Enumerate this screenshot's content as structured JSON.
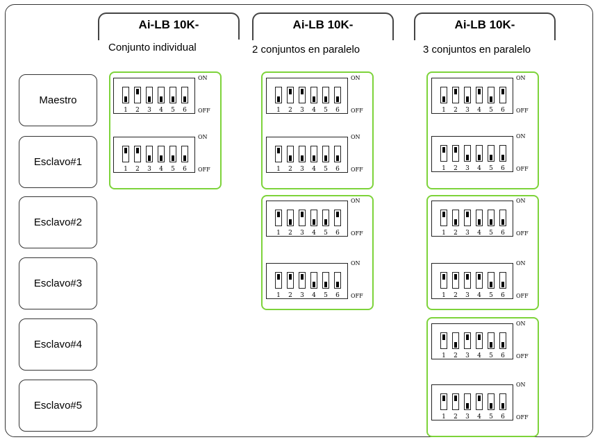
{
  "columns": [
    {
      "title": "Ai-LB 10K-",
      "subtitle": "Conjunto individual"
    },
    {
      "title": "Ai-LB 10K-",
      "subtitle": "2 conjuntos en paralelo"
    },
    {
      "title": "Ai-LB 10K-",
      "subtitle": "3 conjuntos en paralelo"
    }
  ],
  "rows": [
    "Maestro",
    "Esclavo#1",
    "Esclavo#2",
    "Esclavo#3",
    "Esclavo#4",
    "Esclavo#5"
  ],
  "switch_labels": {
    "on": "ON",
    "off": "OFF",
    "numbers": [
      "1",
      "2",
      "3",
      "4",
      "5",
      "6"
    ]
  },
  "settings": {
    "col1": [
      [
        "down",
        "up",
        "down",
        "down",
        "down",
        "down"
      ],
      [
        "up",
        "up",
        "down",
        "down",
        "down",
        "down"
      ]
    ],
    "col2": [
      [
        "down",
        "up",
        "up",
        "down",
        "down",
        "down"
      ],
      [
        "up",
        "down",
        "down",
        "down",
        "down",
        "down"
      ],
      [
        "up",
        "down",
        "up",
        "down",
        "down",
        "up"
      ],
      [
        "up",
        "up",
        "up",
        "down",
        "down",
        "down"
      ]
    ],
    "col3": [
      [
        "down",
        "up",
        "down",
        "up",
        "down",
        "up"
      ],
      [
        "up",
        "up",
        "down",
        "down",
        "down",
        "down"
      ],
      [
        "up",
        "down",
        "up",
        "down",
        "down",
        "down"
      ],
      [
        "up",
        "up",
        "up",
        "up",
        "down",
        "down"
      ],
      [
        "up",
        "down",
        "up",
        "up",
        "down",
        "down"
      ],
      [
        "up",
        "up",
        "down",
        "up",
        "down",
        "down"
      ]
    ]
  },
  "colors": {
    "group_border": "#7dd33a",
    "line": "#333333"
  }
}
